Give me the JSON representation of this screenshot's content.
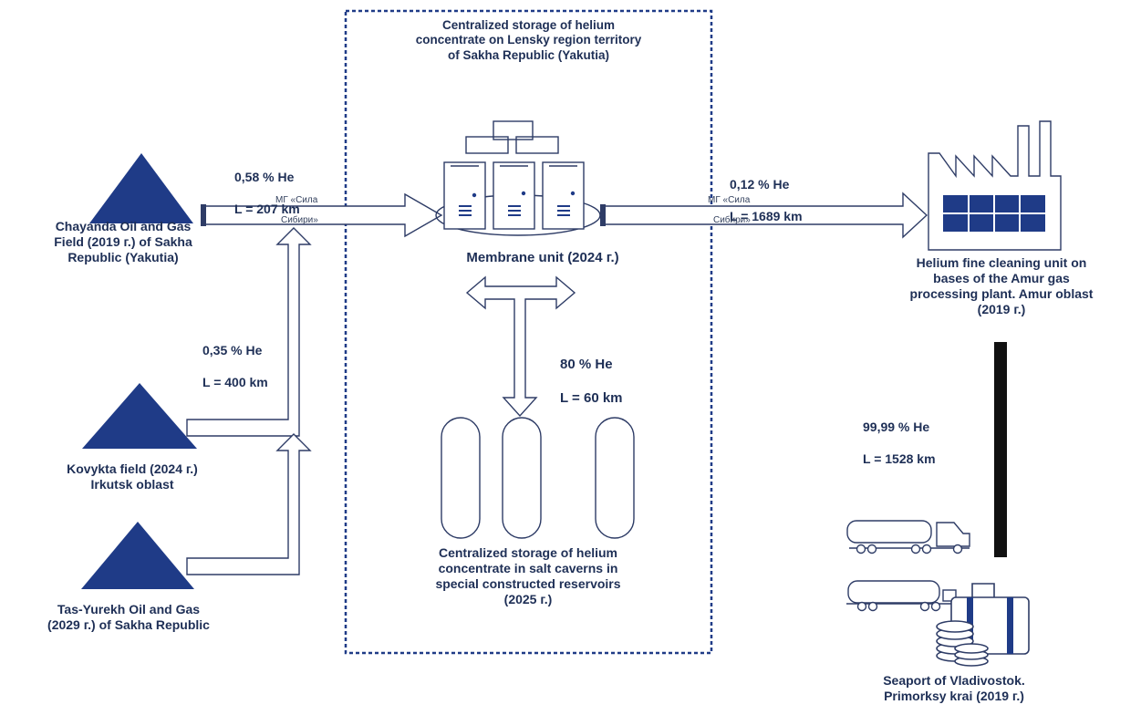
{
  "colors": {
    "navy": "#1f3b87",
    "dark": "#1e2f56",
    "line": "#2e3c66",
    "black": "#111111"
  },
  "icons": {
    "fields": "triangle-icon",
    "membrane": "server-cabinets-icon",
    "storage": "cylinder-tank-icon",
    "plant": "factory-icon",
    "seaport": "truck-rail-cargo-icon"
  },
  "central_storage_title": "Centralized storage of helium\nconcentrate on Lensky region territory\nof Sakha Republic (Yakutia)",
  "membrane_label": "Membrane unit (2024 г.)",
  "caverns_label": "Centralized storage of helium\nconcentrate in salt caverns in\nspecial constructed reservoirs\n(2025 г.)",
  "fields": {
    "chayanda": "Chayanda Oil and Gas\nField (2019 г.) of Sakha\nRepublic (Yakutia)",
    "kovykta": "Kovykta field (2024 г.)\nIrkutsk oblast",
    "tas_yurekh": "Tas-Yurekh Oil and Gas\n(2029 г.) of Sakha Republic"
  },
  "plant_label": "Helium fine cleaning unit on\nbases of the Amur gas\nprocessing plant. Amur oblast\n(2019 г.)",
  "seaport_label": "Seaport of Vladivostok.\nPrimorksy krai (2019 г.)",
  "flows": {
    "chayanda": {
      "conc": "0,58 % He",
      "len": "L = 207 km"
    },
    "kovykta": {
      "conc": "0,35 % He",
      "len": "L = 400 km"
    },
    "storage": {
      "conc": "80 % He",
      "len": "L = 60 km"
    },
    "amur": {
      "conc": "0,12 % He",
      "len": "L = 1689 km"
    },
    "port": {
      "conc": "99,99 % He",
      "len": "L = 1528 km"
    }
  },
  "pipeline": {
    "left": [
      "МГ «Сила",
      "Сибири»"
    ],
    "right": [
      "МГ «Сила",
      "Сибири»"
    ]
  }
}
